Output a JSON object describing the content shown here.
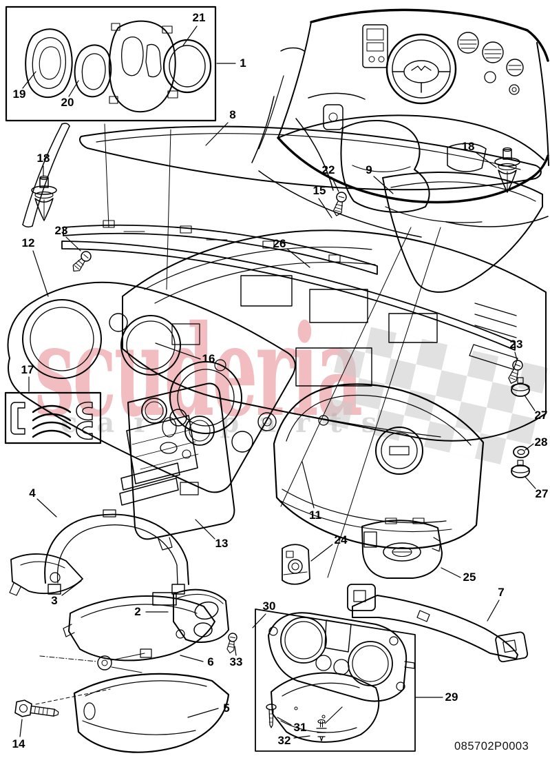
{
  "page": {
    "background": "#ffffff",
    "line_color": "#000000"
  },
  "footer": {
    "part_number": "085702P0003"
  },
  "watermark": {
    "brand": "scuderia",
    "tagline": "car parts",
    "brand_color": "#d3262d",
    "tagline_color": "#d6d6d6",
    "flag_color": "#c9c9c9"
  },
  "callouts": [
    {
      "label": "21"
    },
    {
      "label": "1"
    },
    {
      "label": "19"
    },
    {
      "label": "20"
    },
    {
      "label": "8"
    },
    {
      "label": "18"
    },
    {
      "label": "18"
    },
    {
      "label": "22"
    },
    {
      "label": "9"
    },
    {
      "label": "15"
    },
    {
      "label": "23"
    },
    {
      "label": "12"
    },
    {
      "label": "26"
    },
    {
      "label": "16"
    },
    {
      "label": "17"
    },
    {
      "label": "23"
    },
    {
      "label": "27"
    },
    {
      "label": "28"
    },
    {
      "label": "27"
    },
    {
      "label": "4"
    },
    {
      "label": "11"
    },
    {
      "label": "13"
    },
    {
      "label": "24"
    },
    {
      "label": "25"
    },
    {
      "label": "3"
    },
    {
      "label": "2"
    },
    {
      "label": "30"
    },
    {
      "label": "6"
    },
    {
      "label": "33"
    },
    {
      "label": "7"
    },
    {
      "label": "5"
    },
    {
      "label": "29"
    },
    {
      "label": "14"
    },
    {
      "label": "31"
    },
    {
      "label": "32"
    }
  ]
}
